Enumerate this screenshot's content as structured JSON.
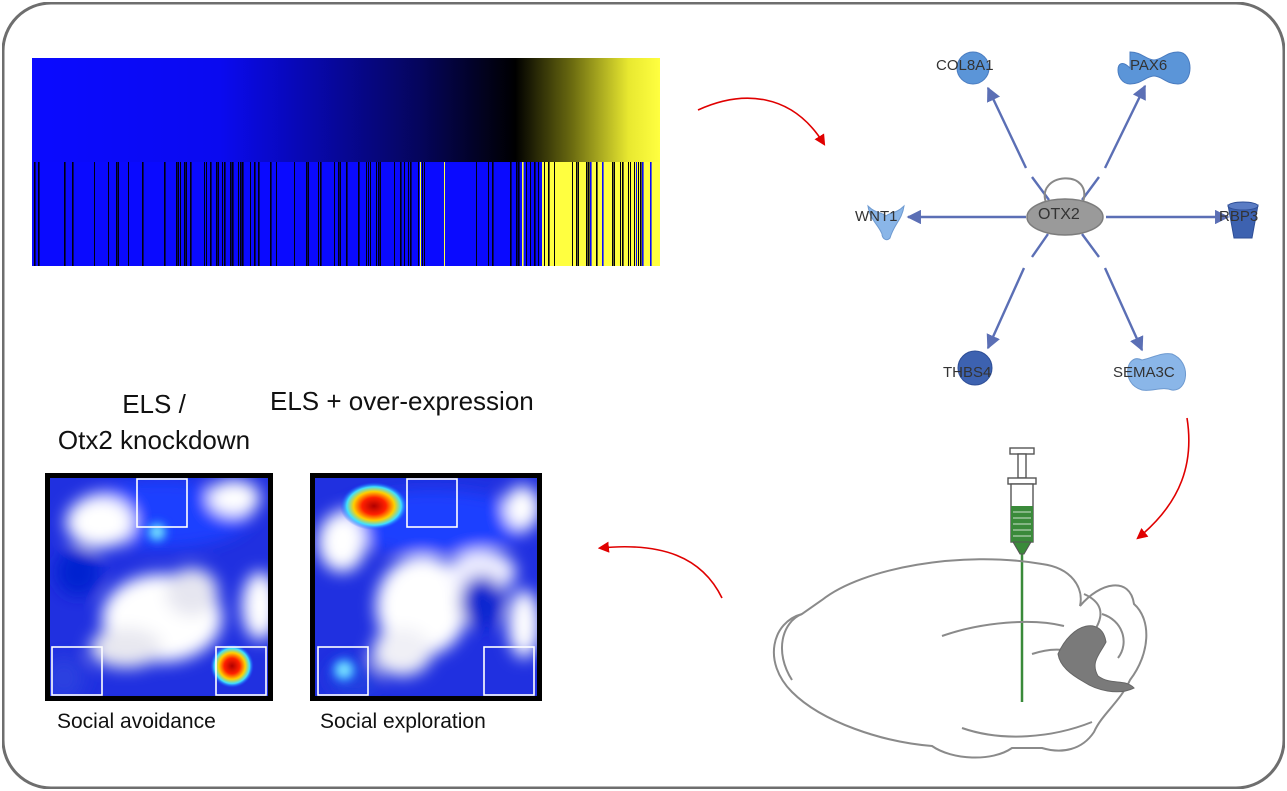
{
  "colors": {
    "frame": "#6e6e6e",
    "heatmap_low": "#0a0aff",
    "heatmap_mid": "#000000",
    "heatmap_high": "#ffff33",
    "arrow": "#e00000",
    "network_edge": "#5b6fb5",
    "hub_node": "#9a9a9a",
    "gene_light": "#6fa3dd",
    "gene_dark": "#3f64b5",
    "syringe_fill": "#3a8a3a",
    "brain_outline": "#8a8a8a"
  },
  "network": {
    "hub": {
      "label": "OTX2",
      "icon": "hub-ellipse"
    },
    "nodes": [
      {
        "id": "col8a1",
        "label": "COL8A1",
        "icon": "circle",
        "color": "#5b95d8"
      },
      {
        "id": "pax6",
        "label": "PAX6",
        "icon": "peanut",
        "color": "#5b95d8"
      },
      {
        "id": "wnt1",
        "label": "WNT1",
        "icon": "bow-shape",
        "color": "#8ab6e8"
      },
      {
        "id": "rbp3",
        "label": "RBP3",
        "icon": "cup",
        "color": "#3d62b0"
      },
      {
        "id": "thbs4",
        "label": "THBS4",
        "icon": "circle",
        "color": "#3d62b0"
      },
      {
        "id": "sema3c",
        "label": "SEMA3C",
        "icon": "peanut",
        "color": "#8ab6e8"
      }
    ]
  },
  "panels": {
    "left": {
      "header": "ELS /\nOtx2 knockdown",
      "caption": "Social avoidance"
    },
    "right": {
      "header": "ELS + over-expression",
      "caption": "Social exploration"
    }
  }
}
